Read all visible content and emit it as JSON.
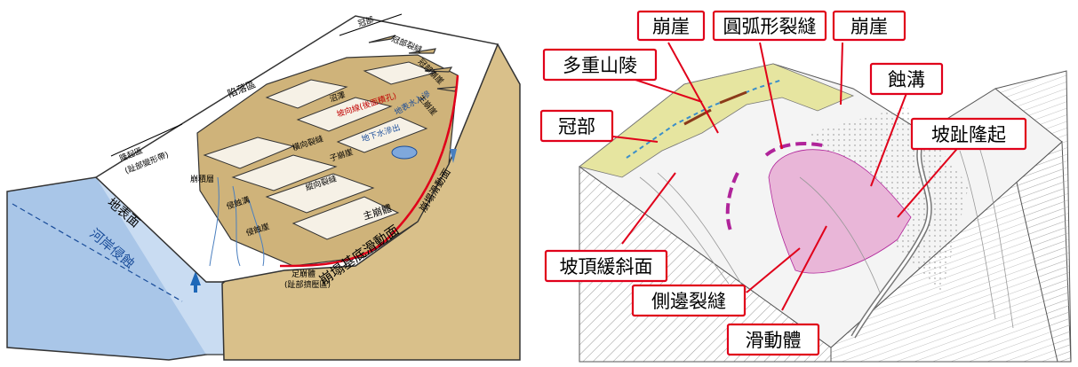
{
  "left_diagram": {
    "labels": {
      "crown": "冠部",
      "crown_cracks": "冠部裂縫",
      "crown_scarp": "冠部崩崖",
      "main_scarp": "主崩崖",
      "depression_zone": "陷落區",
      "uplift_zone": "隆起區",
      "uplift_zone_sub": "(趾部變形帶)",
      "surface": "地表面",
      "river_erosion": "河岸侵蝕",
      "colluvium": "崩積層",
      "erosion_gully": "侵蝕溝",
      "erosion_scarp": "侵蝕崖",
      "sub_scarp": "子崩崖",
      "transverse_cracks": "橫向裂縫",
      "longitudinal_cracks": "縱向裂縫",
      "ponding": "沼澤",
      "groundwater": "地下水滲出",
      "surface_water": "地表水入滲",
      "main_body": "主崩體",
      "slip_surface": "崩塌滑動面",
      "base_slip_surface": "崩塌基底滑動面",
      "toe_body": "足崩體",
      "toe_body_sub": "(趾部擠壓區)",
      "red_note": "坡向線(後面積孔)"
    }
  },
  "right_diagram": {
    "labels": {
      "scarp_left": "崩崖",
      "arc_crack": "圓弧形裂縫",
      "scarp_right": "崩崖",
      "multi_ridge": "多重山陵",
      "gully": "蝕溝",
      "crown": "冠部",
      "toe_bulge": "坡趾隆起",
      "gentle_slope": "坡頂緩斜面",
      "side_crack": "側邊裂縫",
      "slide_body": "滑動體"
    }
  },
  "colors": {
    "tan": "#d9c08a",
    "water": "#a9c6e8",
    "red_line": "#e0001a",
    "pink": "#e9b6d8",
    "yellow": "#e6e5a0",
    "purple": "#b0249a"
  }
}
